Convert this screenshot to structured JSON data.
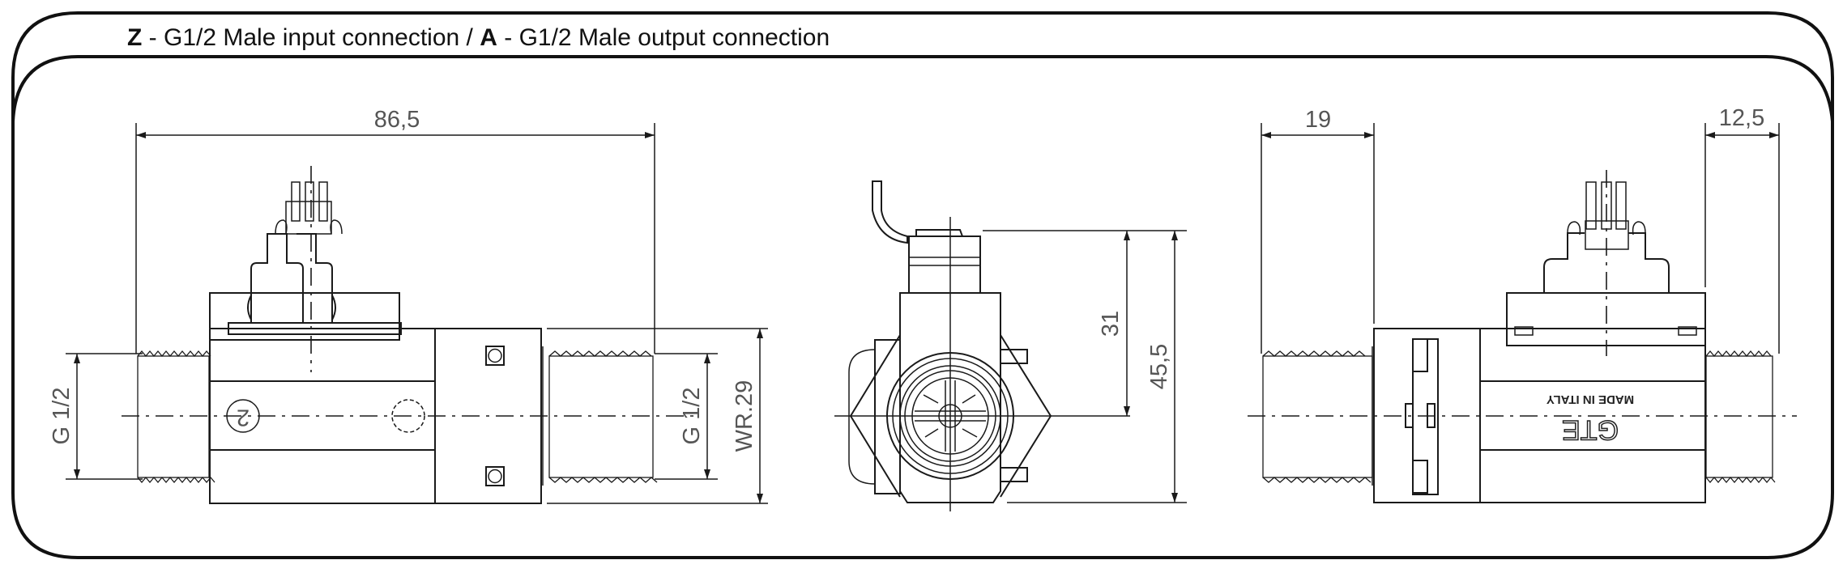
{
  "header": {
    "input_code": "Z",
    "input_text": " - G1/2 Male input connection / ",
    "output_code": "A",
    "output_text": " - G1/2 Male output connection"
  },
  "views": {
    "side_left": {
      "overall_length": "86,5",
      "inlet_thread": "G 1/2",
      "outlet_thread": "G 1/2",
      "wrench_size": "WR.29",
      "port_marker": "2"
    },
    "front": {
      "center_to_top": "31",
      "overall_height": "45,5"
    },
    "side_right": {
      "thread_length_left": "19",
      "thread_length_right": "12,5",
      "stamp_origin": "MADE IN ITALY",
      "stamp_logo": "GTE"
    }
  }
}
